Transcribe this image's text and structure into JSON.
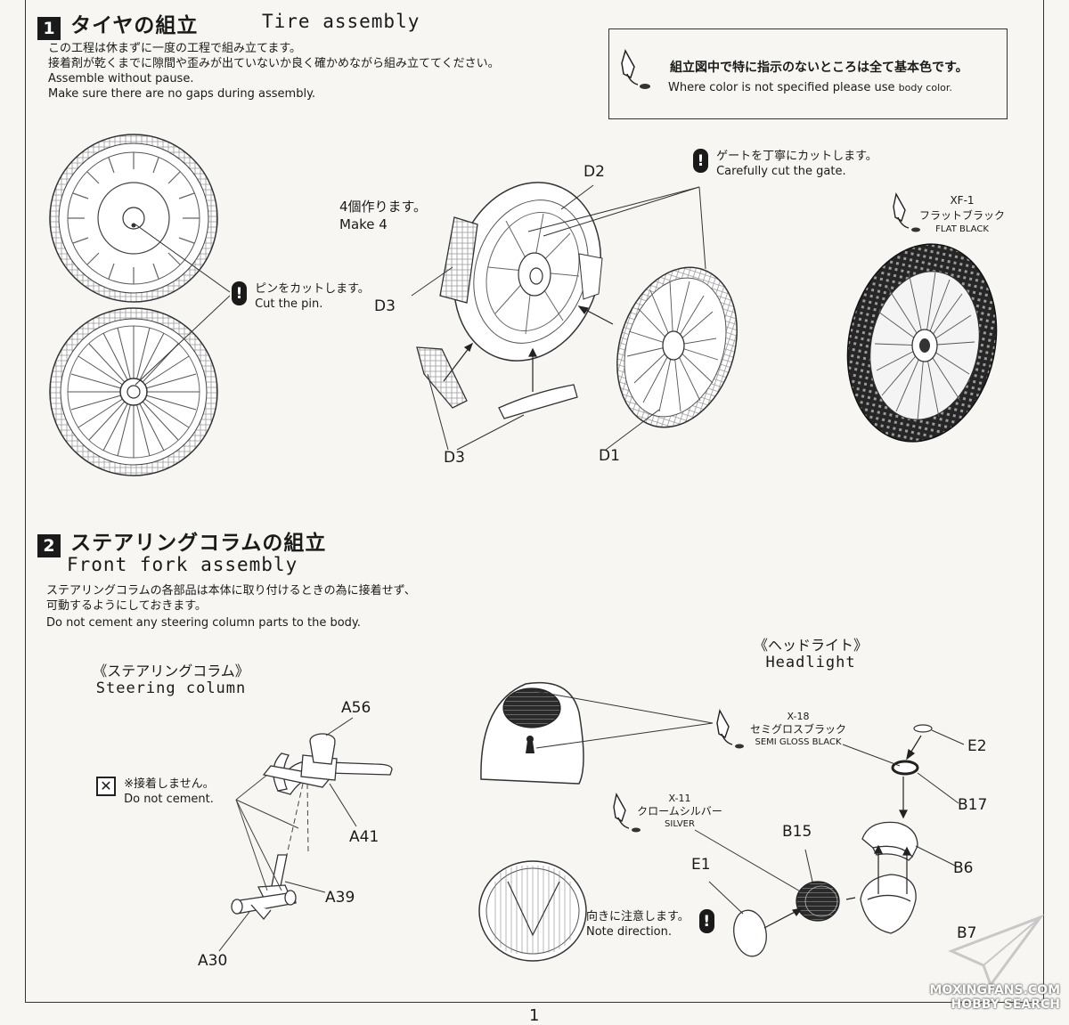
{
  "step1": {
    "number": "1",
    "title_jp": "タイヤの組立",
    "title_en": "Tire assembly",
    "note_jp_1": "この工程は休まずに一度の工程で組み立てます。",
    "note_jp_2": "接着剤が乾くまでに隙間や歪みが出ていないか良く確かめながら組み立ててください。",
    "note_en_1": "Assemble without pause.",
    "note_en_2": "Make sure there are no gaps during assembly.",
    "cut_pin_jp": "ピンをカットします。",
    "cut_pin_en": "Cut the pin.",
    "make4_jp": "4個作ります。",
    "make4_en": "Make 4",
    "gate_jp": "ゲートを丁寧にカットします。",
    "gate_en": "Carefully cut the gate.",
    "paint": {
      "code": "XF-1",
      "jp": "フラットブラック",
      "en": "FLAT BLACK"
    },
    "parts": {
      "d2": "D2",
      "d3a": "D3",
      "d3b": "D3",
      "d1": "D1"
    }
  },
  "color_note": {
    "jp": "組立図中で特に指示のないところは全て基本色です。",
    "en": "Where color is not specified please use",
    "en_small": "body color."
  },
  "step2": {
    "number": "2",
    "title_jp": "ステアリングコラムの組立",
    "title_en": "Front fork assembly",
    "note_jp_1": "ステアリングコラムの各部品は本体に取り付けるときの為に接着せず、",
    "note_jp_2": "可動するようにしておきます。",
    "note_en": "Do not cement any steering column parts to the body.",
    "steering": {
      "title_jp": "《ステアリングコラム》",
      "title_en": "Steering column",
      "no_cement_jp": "※接着しません。",
      "no_cement_en": "Do not cement.",
      "parts": {
        "a56": "A56",
        "a41": "A41",
        "a39": "A39",
        "a30": "A30"
      }
    },
    "headlight": {
      "title_jp": "《ヘッドライト》",
      "title_en": "Headlight",
      "paint_x18": {
        "code": "X-18",
        "jp": "セミグロスブラック",
        "en": "SEMI GLOSS BLACK"
      },
      "paint_x11": {
        "code": "X-11",
        "jp": "クロームシルバー",
        "en": "SILVER"
      },
      "direction_jp": "向きに注意します。",
      "direction_en": "Note direction.",
      "parts": {
        "e2": "E2",
        "b17": "B17",
        "b15": "B15",
        "e1": "E1",
        "b6": "B6",
        "b7": "B7"
      }
    }
  },
  "page_number": "1",
  "watermark": {
    "line1": "MOXINGFANS.COM",
    "line2": "HOBBY SEARCH"
  }
}
